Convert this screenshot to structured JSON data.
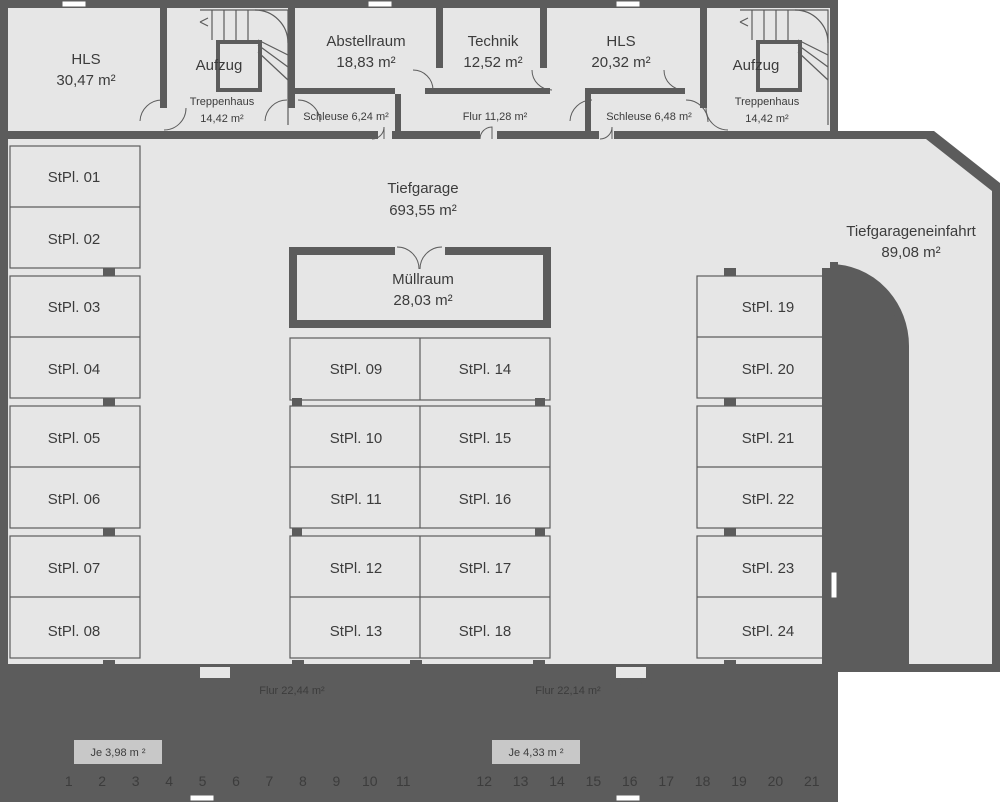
{
  "rooms": {
    "hls_left": {
      "name": "HLS",
      "area": "30,47 m²"
    },
    "aufzug_left": {
      "name": "Aufzug"
    },
    "treppenhaus_left": {
      "name": "Treppenhaus",
      "area": "14,42 m²"
    },
    "abstellraum": {
      "name": "Abstellraum",
      "area": "18,83 m²"
    },
    "technik": {
      "name": "Technik",
      "area": "12,52 m²"
    },
    "hls_right": {
      "name": "HLS",
      "area": "20,32 m²"
    },
    "aufzug_right": {
      "name": "Aufzug"
    },
    "treppenhaus_right": {
      "name": "Treppenhaus",
      "area": "14,42 m²"
    },
    "schleuse_left": {
      "label": "Schleuse  6,24 m²"
    },
    "flur_top": {
      "label": "Flur  11,28 m²"
    },
    "schleuse_right": {
      "label": "Schleuse  6,48 m²"
    },
    "tiefgarage": {
      "name": "Tiefgarage",
      "area": "693,55 m²"
    },
    "einfahrt": {
      "name": "Tiefgarageneinfahrt",
      "area": "89,08 m²"
    },
    "muellraum": {
      "name": "Müllraum",
      "area": "28,03 m²"
    },
    "flur_left": {
      "label": "Flur  22,44 m²"
    },
    "flur_right": {
      "label": "Flur  22,14 m²"
    }
  },
  "parking_spots": [
    "StPl. 01",
    "StPl. 02",
    "StPl. 03",
    "StPl. 04",
    "StPl. 05",
    "StPl. 06",
    "StPl. 07",
    "StPl. 08",
    "StPl. 09",
    "StPl. 10",
    "StPl. 11",
    "StPl. 12",
    "StPl. 13",
    "StPl. 14",
    "StPl. 15",
    "StPl. 16",
    "StPl. 17",
    "StPl. 18",
    "StPl. 19",
    "StPl. 20",
    "StPl. 21",
    "StPl. 22",
    "StPl. 23",
    "StPl. 24"
  ],
  "storage": {
    "left": {
      "badge": "Je 3,98 m ²",
      "numbers": [
        "1",
        "2",
        "3",
        "4",
        "5",
        "6",
        "7",
        "8",
        "9",
        "10",
        "11"
      ]
    },
    "right": {
      "badge": "Je 4,33 m ²",
      "numbers": [
        "12",
        "13",
        "14",
        "15",
        "16",
        "17",
        "18",
        "19",
        "20",
        "21"
      ]
    }
  },
  "colors": {
    "wall": "#5c5c5c",
    "floor": "#e6e6e6",
    "badge": "#c8c8c8",
    "text": "#3c3c3c"
  }
}
